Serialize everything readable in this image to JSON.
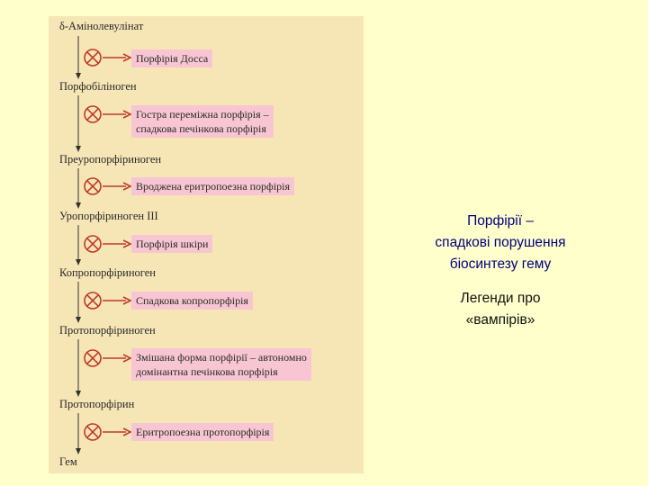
{
  "steps": [
    "δ-Амінолевулінат",
    "Порфобіліноген",
    "Преуропорфіриноген",
    "Уропорфіриноген III",
    "Копропорфіриноген",
    "Протопорфіриноген",
    "Протопорфірин",
    "Гем"
  ],
  "disorders": [
    "Порфірія Досса",
    "Гостра переміжна порфірія –\nспадкова печінкова порфірія",
    "Вроджена еритропоезна порфірія",
    "Порфірія шкіри",
    "Спадкова копропорфірія",
    "Змішана форма порфірії – автономно\nдомінантна печінкова порфірія",
    "Еритропоезна протопорфірія"
  ],
  "side_title": "Порфірії –\nспадкові порушення\nбіосинтезу гему",
  "side_note": "Легенди про\n«вампірів»",
  "colors": {
    "background": "#ffffcc",
    "panel": "#f6e6b6",
    "box": "#f7c6d2",
    "inhibitor": "#c0392b",
    "title_text": "#000080"
  }
}
